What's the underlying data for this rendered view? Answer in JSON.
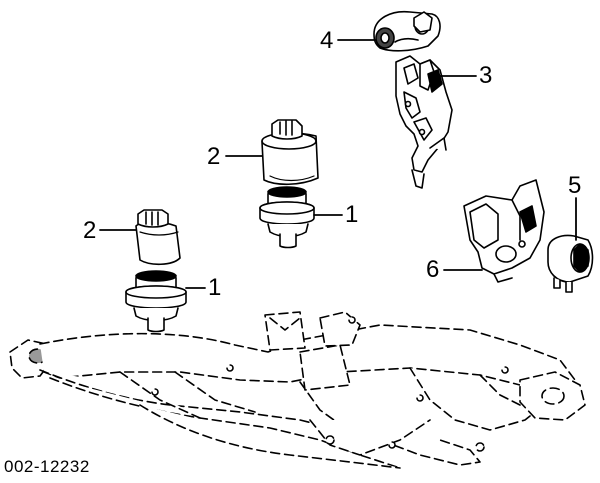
{
  "diagram_code": "002-12232",
  "callouts": {
    "top_mount": "4",
    "transmission_bracket": "3",
    "upper_insulator_center": "2",
    "lower_insulator_center": "1",
    "upper_insulator_left": "2",
    "lower_insulator_left": "1",
    "rear_insulator": "5",
    "rear_bracket": "6"
  }
}
